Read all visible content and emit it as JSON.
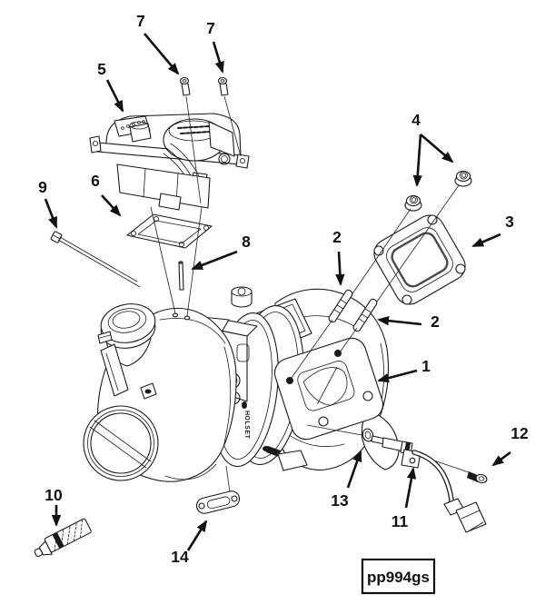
{
  "diagram": {
    "figure_code": "pp994gs",
    "watermark": "HOLSET",
    "callouts": [
      "7",
      "7",
      "5",
      "6",
      "9",
      "8",
      "2",
      "2",
      "4",
      "3",
      "1",
      "12",
      "13",
      "11",
      "10",
      "14"
    ],
    "colors": {
      "line": "#1a1a1a",
      "background": "#ffffff"
    }
  }
}
